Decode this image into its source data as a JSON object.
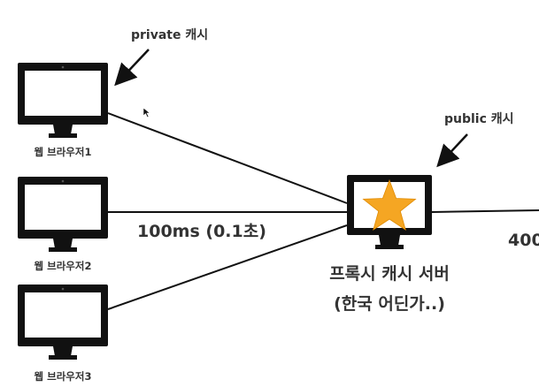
{
  "annotations": {
    "private_cache": "private 캐시",
    "public_cache": "public 캐시"
  },
  "browsers": [
    {
      "label": "웹 브라우저1"
    },
    {
      "label": "웹 브라우저2"
    },
    {
      "label": "웹 브라우저3"
    }
  ],
  "links": {
    "latency_label": "100ms (0.1초)",
    "origin_latency_partial": "400"
  },
  "proxy": {
    "title_line1": "프록시 캐시 서버",
    "title_line2": "(한국 어딘가..)"
  },
  "colors": {
    "monitor": "#111111",
    "screen": "#ffffff",
    "star": "#f5a623",
    "line": "#111111",
    "text": "#333333"
  },
  "icons": {
    "monitor": "monitor-icon",
    "star": "star-icon",
    "arrow": "arrow-icon",
    "cursor": "cursor-icon"
  }
}
